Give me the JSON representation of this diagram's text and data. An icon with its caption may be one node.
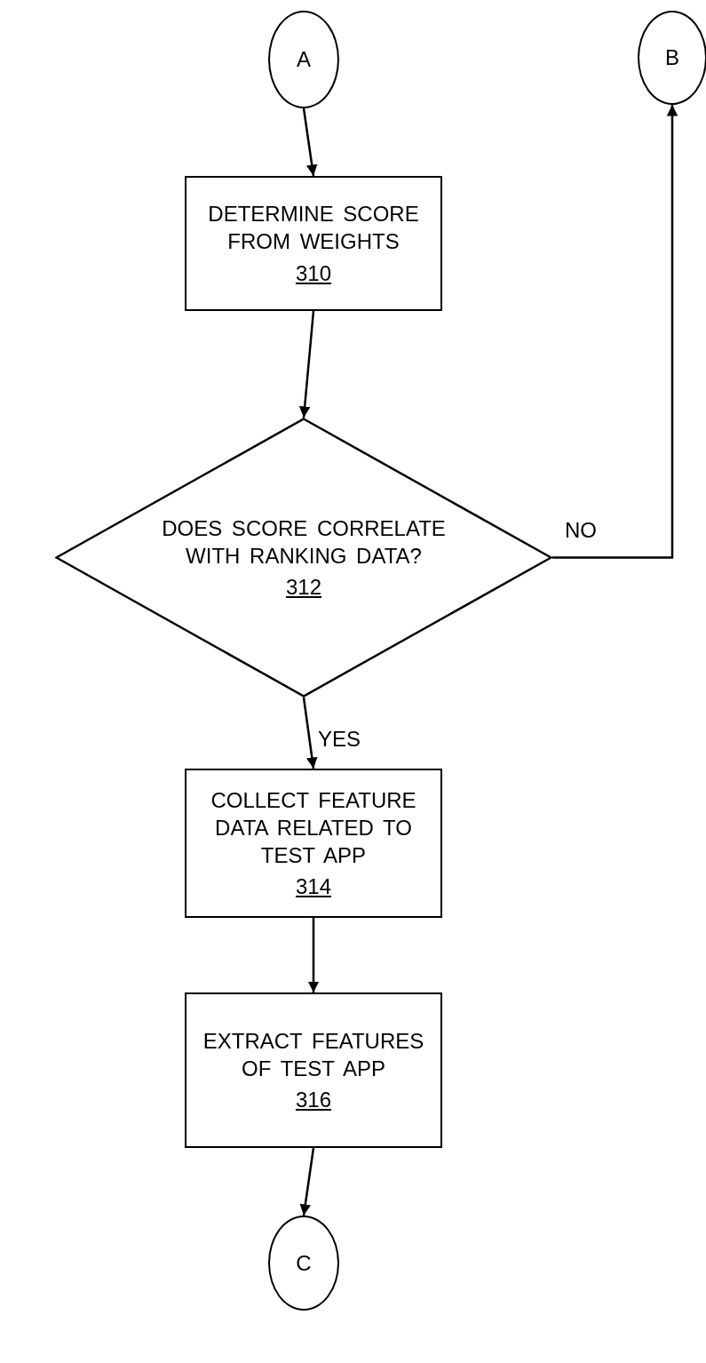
{
  "diagram": {
    "nodes": [
      {
        "text": [
          "A"
        ]
      },
      {
        "text": [
          "B"
        ]
      },
      {
        "text": [
          "DETERMINE SCORE FROM WEIGHTS",
          "310"
        ]
      },
      {
        "text": [
          "DOES SCORE CORRELATE WITH RANKING DATA?",
          "312"
        ]
      },
      {
        "text": [
          "COLLECT FEATURE DATA RELATED TO TEST APP",
          "314"
        ]
      },
      {
        "text": [
          "EXTRACT FEATURES OF TEST APP",
          "316"
        ]
      },
      {
        "text": [
          "C"
        ]
      }
    ],
    "edges": [
      {
        "from": 0,
        "to": 2,
        "arrow": "to"
      },
      {
        "from": 2,
        "to": 3,
        "arrow": "to"
      },
      {
        "from": 3,
        "to": 1,
        "arrow": "to",
        "label": "NO"
      },
      {
        "from": 3,
        "to": 4,
        "arrow": "to",
        "label": "YES"
      },
      {
        "from": 4,
        "to": 5,
        "arrow": "to"
      },
      {
        "from": 5,
        "to": 6,
        "arrow": "to"
      }
    ]
  }
}
